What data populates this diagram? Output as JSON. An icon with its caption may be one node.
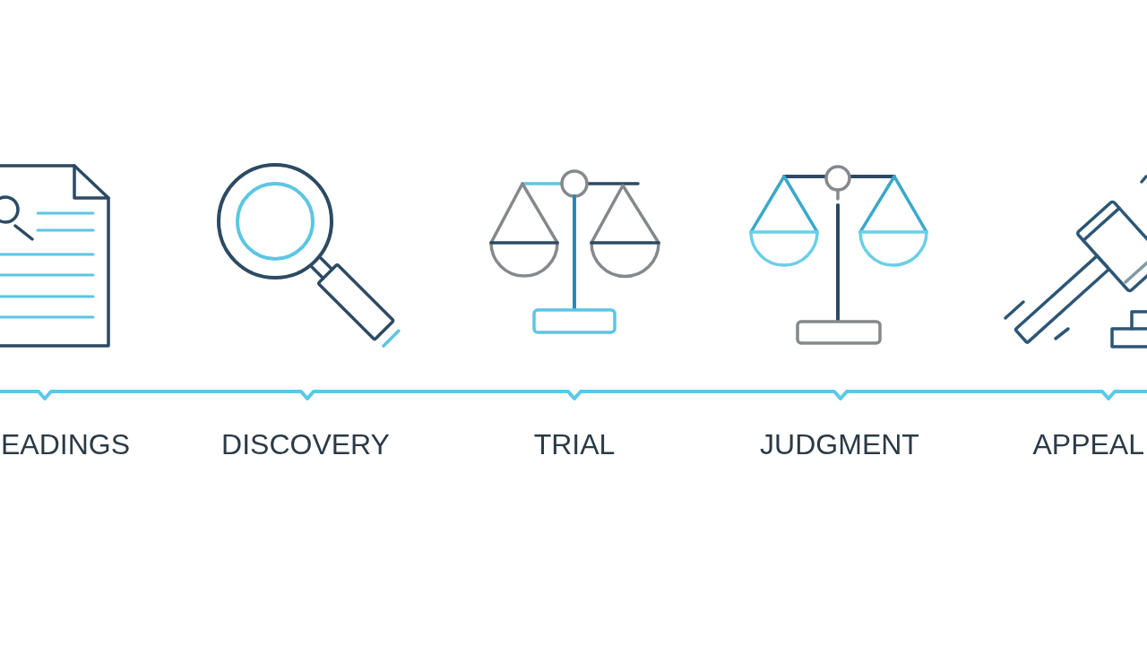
{
  "diagram": {
    "labels": [
      "EADINGS",
      "DISCOVERY",
      "TRIAL",
      "JUDGMENT",
      "APPEAL"
    ]
  }
}
